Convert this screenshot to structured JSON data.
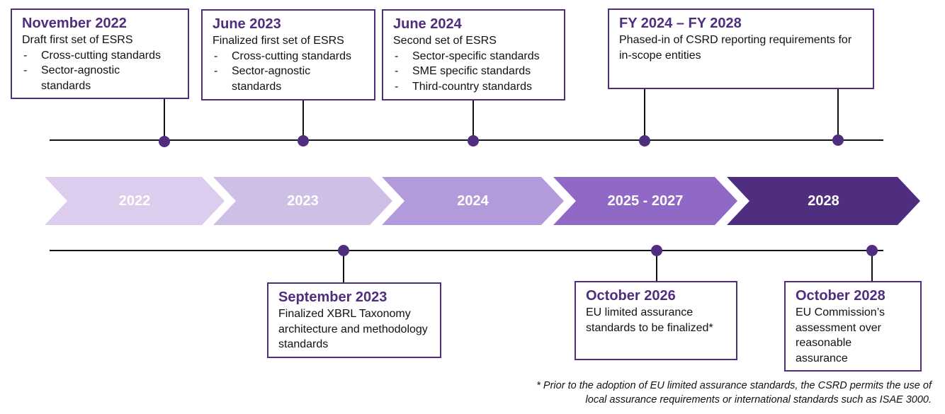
{
  "colors": {
    "accent": "#4f2d7f",
    "chevrons": [
      "#dccdee",
      "#cdbfe6",
      "#b39bdb",
      "#9068c6",
      "#4f2d7f"
    ]
  },
  "top_events": [
    {
      "title": "November 2022",
      "desc": "Draft first set of ESRS",
      "items": [
        "Cross-cutting standards",
        "Sector-agnostic standards"
      ]
    },
    {
      "title": "June 2023",
      "desc": "Finalized first set of ESRS",
      "items": [
        "Cross-cutting standards",
        "Sector-agnostic standards"
      ]
    },
    {
      "title": "June 2024",
      "desc": "Second set of ESRS",
      "items": [
        "Sector-specific standards",
        "SME specific standards",
        "Third-country standards"
      ]
    },
    {
      "title": "FY 2024 – FY 2028",
      "desc": "Phased-in of CSRD reporting requirements for in-scope entities"
    }
  ],
  "periods": [
    "2022",
    "2023",
    "2024",
    "2025 - 2027",
    "2028"
  ],
  "bottom_events": [
    {
      "title": "September 2023",
      "desc": "Finalized XBRL Taxonomy architecture and methodology standards"
    },
    {
      "title": "October 2026",
      "desc": "EU limited assurance standards to be finalized*"
    },
    {
      "title": "October 2028",
      "desc": "EU Commission’s assessment over reasonable assurance"
    }
  ],
  "footnote": [
    "* Prior to the adoption of EU limited assurance standards, the CSRD permits the use of",
    "local assurance requirements or international standards such as ISAE 3000."
  ]
}
